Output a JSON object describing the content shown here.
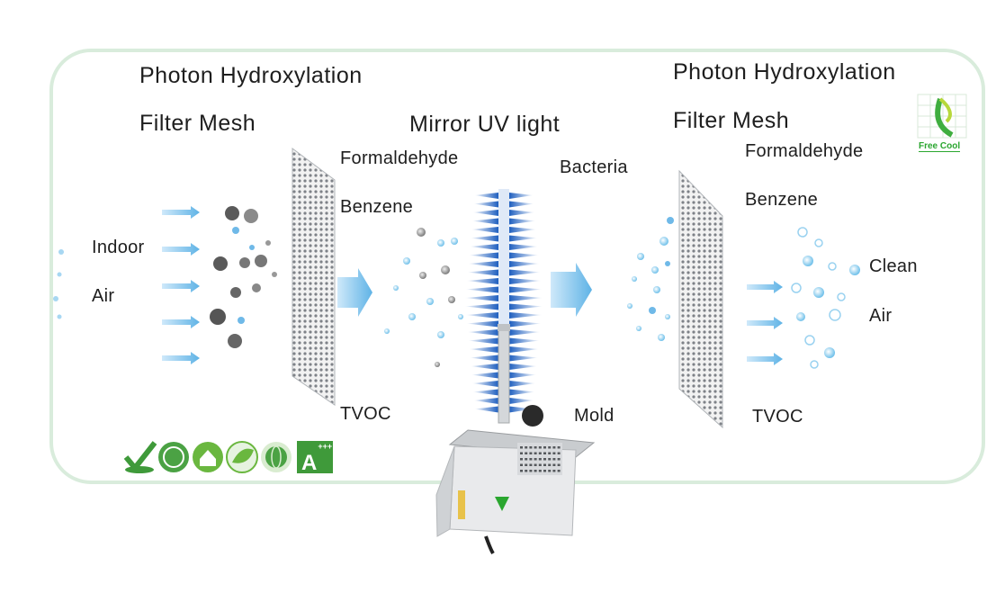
{
  "diagram": {
    "left_filter": {
      "title_line1": "Photon Hydroxylation",
      "title_line2": "Filter Mesh"
    },
    "right_filter": {
      "title_line1": "Photon Hydroxylation",
      "title_line2": "Filter Mesh"
    },
    "uv_light": {
      "title": "Mirror UV light"
    },
    "input": {
      "line1": "Indoor",
      "line2": "Air"
    },
    "output": {
      "line1": "Clean",
      "line2": "Air"
    },
    "pollutants_middle": [
      "Formaldehyde",
      "Benzene",
      "TVOC"
    ],
    "pollutants_uv": [
      "Bacteria",
      "Mold"
    ],
    "pollutants_right": [
      "Formaldehyde",
      "Benzene",
      "TVOC"
    ]
  },
  "brand": {
    "logo_text": "Free Cool",
    "accent_color": "#2aa62f"
  },
  "certifications": {
    "icons": [
      "checkmark-leaf-icon",
      "plug-leaf-icon",
      "eco-house-icon",
      "leaf-icon",
      "globe-icon",
      "energy-rating-icon"
    ],
    "energy_rating": {
      "letter": "A",
      "plus": "+++"
    }
  },
  "colors": {
    "panel_border": "#d9ecdc",
    "arrow": "#5fb3e6",
    "uv_blue": "#1f5fbf",
    "mesh": "#8e9298"
  }
}
